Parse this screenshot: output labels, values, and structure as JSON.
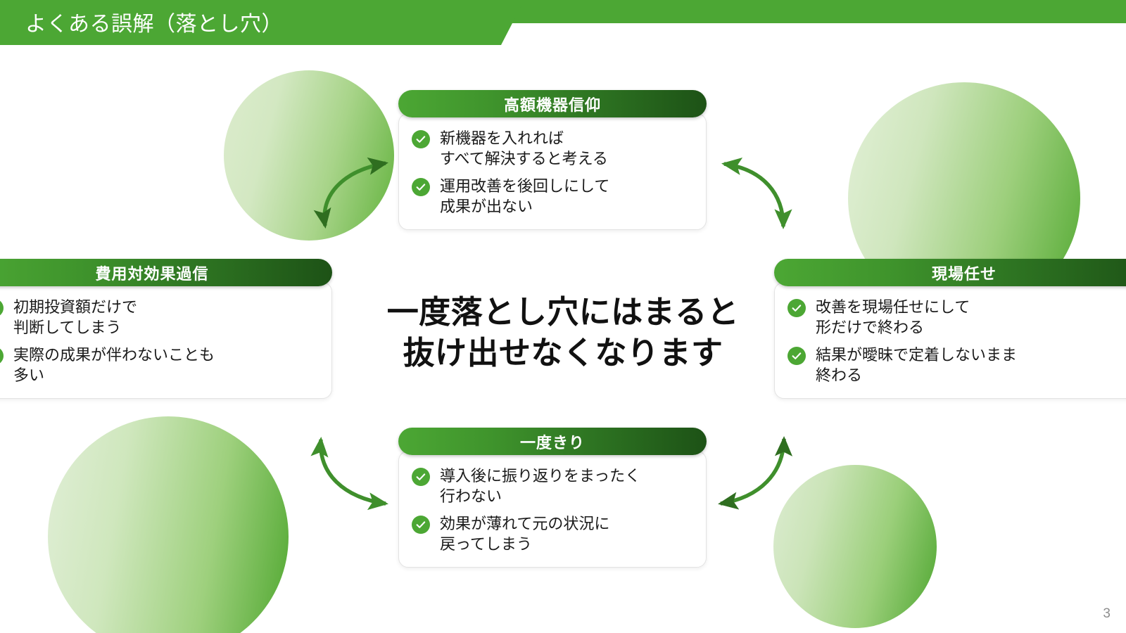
{
  "header": {
    "title": "よくある誤解（落とし穴）",
    "band_color": "#4CA734"
  },
  "center_message": "一度落とし穴にはまると\n抜け出せなくなります",
  "cards": [
    {
      "id": "top",
      "title": "高額機器信仰",
      "bullets": [
        "新機器を入れれば\nすべて解決すると考える",
        "運用改善を後回しにして\n成果が出ない"
      ]
    },
    {
      "id": "left",
      "title": "費用対効果過信",
      "bullets": [
        "初期投資額だけで\n判断してしまう",
        "実際の成果が伴わないことも\n多い"
      ]
    },
    {
      "id": "right",
      "title": "現場任せ",
      "bullets": [
        "改善を現場任せにして\n形だけで終わる",
        "結果が曖昧で定着しないまま\n終わる"
      ]
    },
    {
      "id": "bottom",
      "title": "一度きり",
      "bullets": [
        "導入後に振り返りをまったく\n行わない",
        "効果が薄れて元の状況に\n戻ってしまう"
      ]
    }
  ],
  "icons": {
    "check": "check-icon"
  },
  "arrows": [
    {
      "id": "top-left",
      "style": "double-headed-curved"
    },
    {
      "id": "top-right",
      "style": "double-headed-curved"
    },
    {
      "id": "bottom-left",
      "style": "double-headed-curved"
    },
    {
      "id": "bottom-right",
      "style": "double-headed-curved"
    }
  ],
  "decor_circles": [
    {
      "id": "top-left",
      "from": "#dceccd",
      "to": "#63b33e"
    },
    {
      "id": "top-right",
      "from": "#e2f0d7",
      "to": "#53a932"
    },
    {
      "id": "bottom-left",
      "from": "#e0eed6",
      "to": "#4fa72f"
    },
    {
      "id": "bottom-right",
      "from": "#dcecd1",
      "to": "#4ea630"
    }
  ],
  "page_number": "3",
  "colors": {
    "brand_green": "#4CA734",
    "dark_green": "#1d5216",
    "arrow_green": "#3f8f2c",
    "text": "#1a1a1a",
    "page_number": "#8d8d8d"
  }
}
